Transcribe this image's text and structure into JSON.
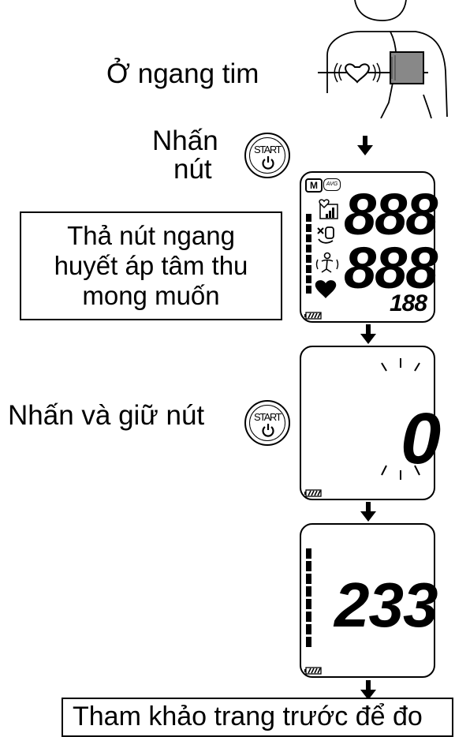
{
  "steps": {
    "heart_level": "Ở ngang tim",
    "press_line1": "Nhấn",
    "press_line2": "nút",
    "release_box": [
      "Thả nút ngang",
      "huyết áp tâm thu",
      "mong muốn"
    ],
    "press_hold": "Nhấn và giữ nút",
    "refer_box": "Tham khảo trang trước để đo"
  },
  "button": {
    "label": "START"
  },
  "lcd_full": {
    "memory_label": "M",
    "avg_label": "AVG",
    "top_digits": "888",
    "mid_digits": "888",
    "small_digits": "188"
  },
  "lcd_zero": {
    "digits": "0"
  },
  "lcd_value": {
    "digits": "233"
  },
  "icons": [
    "person-arm-cuff-icon",
    "heart-pulse-icon",
    "start-power-button-icon",
    "down-arrow-icon",
    "battery-icon",
    "irregular-heartbeat-icon",
    "cuff-wrap-icon",
    "movement-icon",
    "heart-icon",
    "pressure-bar-icon"
  ]
}
